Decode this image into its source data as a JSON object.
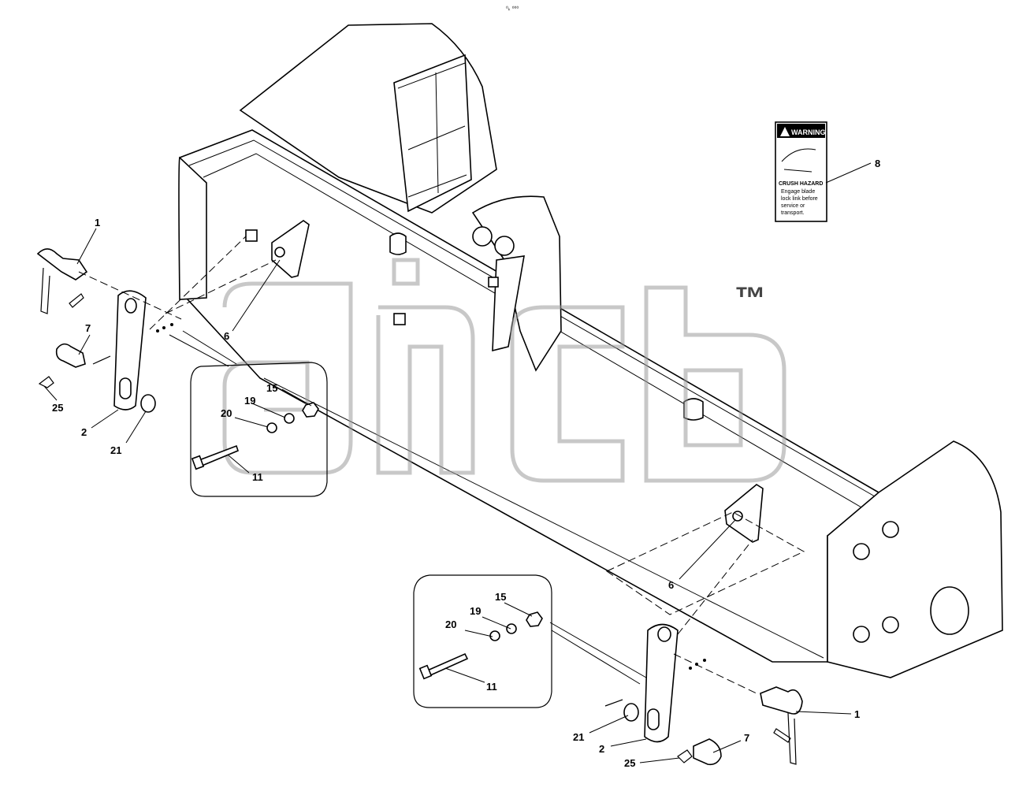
{
  "header": {
    "page_code": "⁰ₖ ⁰⁰⁰"
  },
  "watermark": {
    "text": "™"
  },
  "decal": {
    "header": "WARNING",
    "title": "CRUSH HAZARD",
    "line1": "Engage blade",
    "line2": "lock link before",
    "line3": "service or",
    "line4": "transport."
  },
  "callouts": {
    "c1_left": "1",
    "c7_left": "7",
    "c25_left": "25",
    "c2_left": "2",
    "c21_left": "21",
    "c6_left": "6",
    "c15_left": "15",
    "c19_left": "19",
    "c20_left": "20",
    "c11_left": "11",
    "c8": "8",
    "c6_right": "6",
    "c15_right": "15",
    "c19_right": "19",
    "c20_right": "20",
    "c11_right": "11",
    "c1_right": "1",
    "c7_right": "7",
    "c21_right": "21",
    "c2_right": "2",
    "c25_right": "25"
  }
}
